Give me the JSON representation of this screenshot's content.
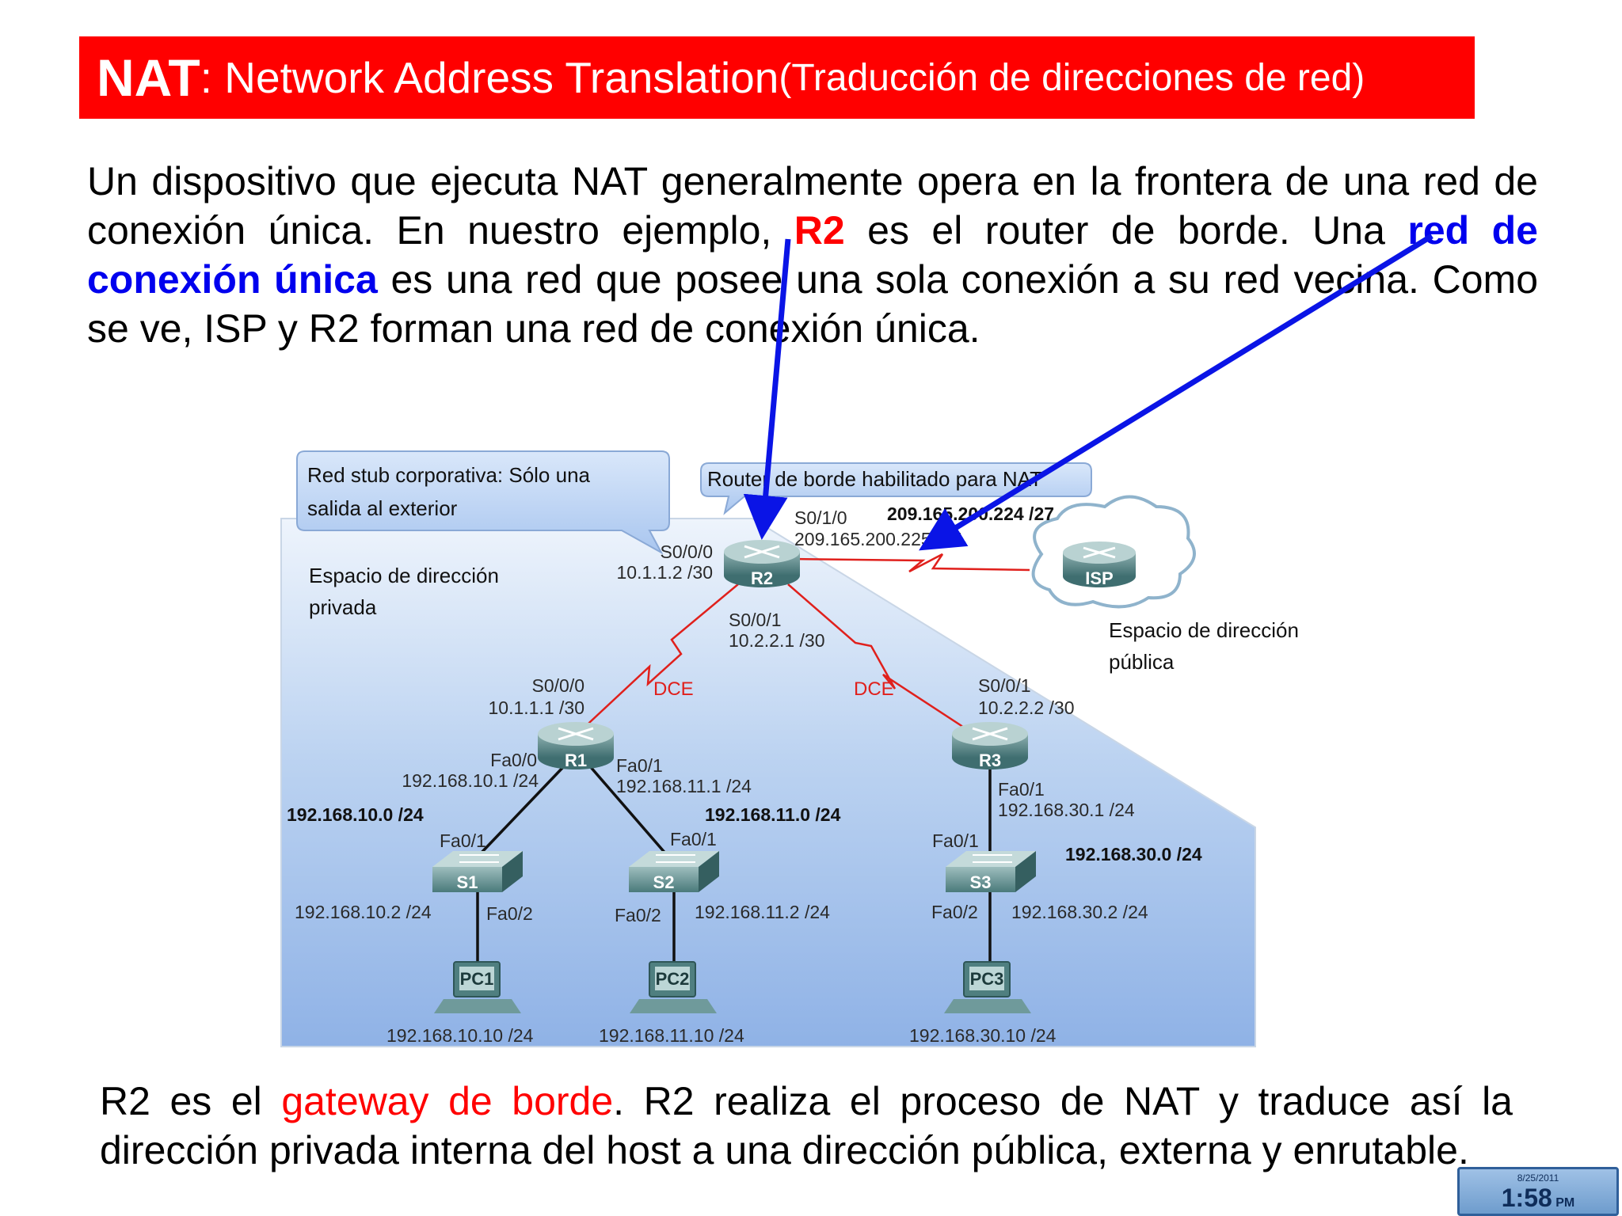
{
  "title": {
    "bold": "NAT",
    "main": ": Network Address Translation ",
    "paren": "(Traducción de direcciones de red)"
  },
  "intro": {
    "p1": "Un dispositivo que ejecuta NAT generalmente opera en la frontera de una red de conexión única. En nuestro ejemplo, ",
    "r2": "R2",
    "p2": " es el router de borde. Una ",
    "stub": "red de conexión única",
    "p3": " es una red que posee una sola conexión a su red vecina. Como se ve, ISP y R2 forman una red de conexión única."
  },
  "diagram": {
    "callout_stub_line1": "Red stub corporativa: Sólo una",
    "callout_stub_line2": "salida al exterior",
    "callout_edge": "Router de borde habilitado para NAT",
    "private_space_line1": "Espacio de dirección",
    "private_space_line2": "privada",
    "public_space_line1": "Espacio de dirección",
    "public_space_line2": "pública",
    "devices": {
      "r1": "R1",
      "r2": "R2",
      "r3": "R3",
      "isp": "ISP",
      "s1": "S1",
      "s2": "S2",
      "s3": "S3",
      "pc1": "PC1",
      "pc2": "PC2",
      "pc3": "PC3"
    },
    "r2_s010_if": "S0/1/0",
    "r2_s010_ip": "209.165.200.225 /27",
    "isp_net": "209.165.200.224 /27",
    "r2_s000_if": "S0/0/0",
    "r2_s000_ip": "10.1.1.2 /30",
    "r2_s001_if": "S0/0/1",
    "r2_s001_ip": "10.2.2.1 /30",
    "r1_s000_if": "S0/0/0",
    "r1_s000_ip": "10.1.1.1 /30",
    "r3_s001_if": "S0/0/1",
    "r3_s001_ip": "10.2.2.2 /30",
    "dce_left": "DCE",
    "dce_right": "DCE",
    "r1_fa00_if": "Fa0/0",
    "r1_fa00_ip": "192.168.10.1 /24",
    "r1_fa01_if": "Fa0/1",
    "r1_fa01_ip": "192.168.11.1 /24",
    "r3_fa01_if": "Fa0/1",
    "r3_fa01_ip": "192.168.30.1 /24",
    "net10": "192.168.10.0 /24",
    "net11": "192.168.11.0 /24",
    "net30": "192.168.30.0 /24",
    "s1_fa01": "Fa0/1",
    "s2_fa01": "Fa0/1",
    "s3_fa01": "Fa0/1",
    "s1_fa02": "Fa0/2",
    "s2_fa02": "Fa0/2",
    "s3_fa02": "Fa0/2",
    "s1_ip": "192.168.10.2 /24",
    "s2_ip": "192.168.11.2 /24",
    "s3_ip": "192.168.30.2 /24",
    "pc1_ip": "192.168.10.10 /24",
    "pc2_ip": "192.168.11.10 /24",
    "pc3_ip": "192.168.30.10 /24"
  },
  "outro": {
    "p1": "R2 es el ",
    "gateway": "gateway de borde",
    "p2": ". R2 realiza el proceso de NAT y traduce así la dirección privada interna del host a una dirección pública, externa y enrutable."
  },
  "clock": {
    "date": "8/25/2011",
    "time": "1:58",
    "ampm": "PM"
  },
  "colors": {
    "title_bg": "#ff0000",
    "highlight_red": "#ff0000",
    "highlight_blue": "#0000ee",
    "arrow_blue": "#0a14e6",
    "wan_link_red": "#e0201c"
  }
}
